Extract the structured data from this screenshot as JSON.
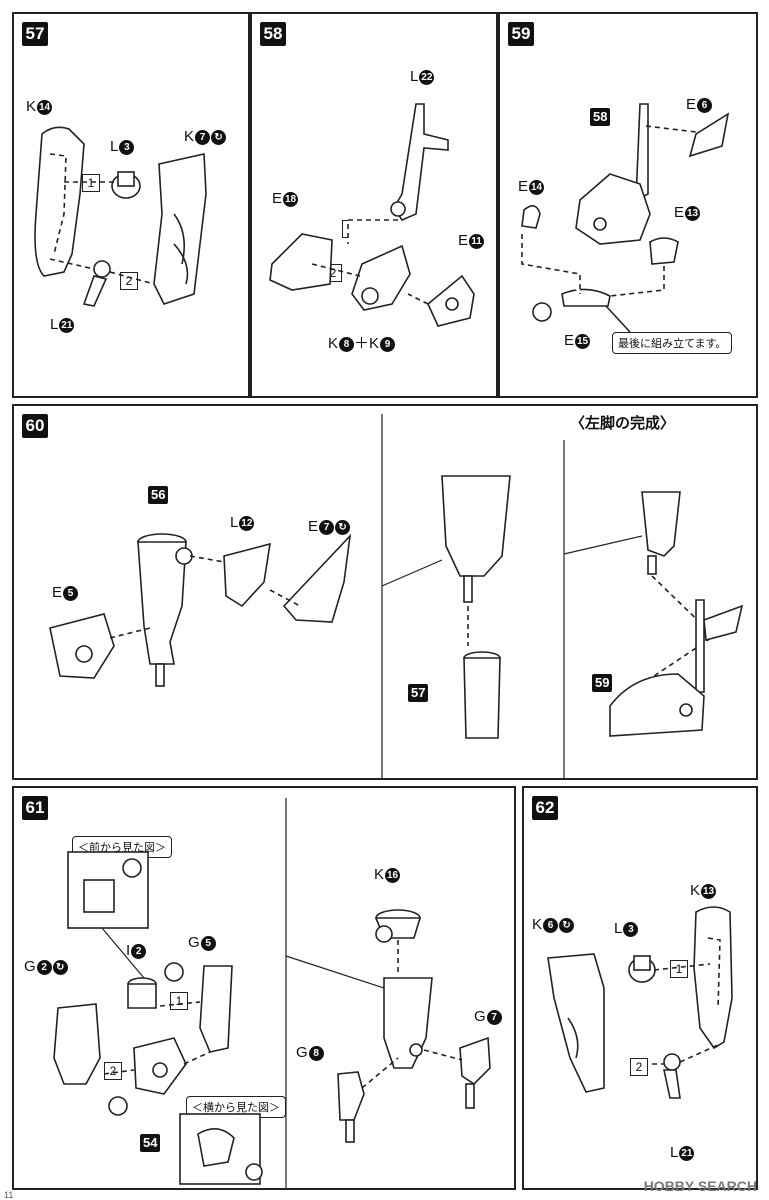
{
  "steps": {
    "s57": "57",
    "s58": "58",
    "s59": "59",
    "s60": "60",
    "s61": "61",
    "s62": "62"
  },
  "refs": {
    "r58": "58",
    "r56": "56",
    "r57": "57",
    "r59": "59",
    "r54": "54"
  },
  "labels": {
    "p57_k14": "K",
    "p57_k14n": "14",
    "p57_l3": "L",
    "p57_l3n": "3",
    "p57_k7": "K",
    "p57_k7n": "7",
    "p57_l21": "L",
    "p57_l21n": "21",
    "p58_l22": "L",
    "p58_l22n": "22",
    "p58_e18": "E",
    "p58_e18n": "18",
    "p58_e11": "E",
    "p58_e11n": "11",
    "p58_k8": "K",
    "p58_k8n": "8",
    "p58_plus": "＋K",
    "p58_k9n": "9",
    "p59_e6": "E",
    "p59_e6n": "6",
    "p59_e14": "E",
    "p59_e14n": "14",
    "p59_e13": "E",
    "p59_e13n": "13",
    "p59_e15": "E",
    "p59_e15n": "15",
    "p60_l12": "L",
    "p60_l12n": "12",
    "p60_e7": "E",
    "p60_e7n": "7",
    "p60_e5": "E",
    "p60_e5n": "5",
    "p61_i2": "I",
    "p61_i2n": "2",
    "p61_g5": "G",
    "p61_g5n": "5",
    "p61_g2": "G",
    "p61_g2n": "2",
    "p61_k16": "K",
    "p61_k16n": "16",
    "p61_g7": "G",
    "p61_g7n": "7",
    "p61_g8": "G",
    "p61_g8n": "8",
    "p62_k6": "K",
    "p62_k6n": "6",
    "p62_l3": "L",
    "p62_l3n": "3",
    "p62_k13": "K",
    "p62_k13n": "13",
    "p62_l21": "L",
    "p62_l21n": "21"
  },
  "order": {
    "one": "1",
    "two": "2"
  },
  "notes": {
    "assemble_last": "最後に組み立てます。",
    "front_view": "＜前から見た図＞",
    "side_view": "＜横から見た図＞"
  },
  "titles": {
    "left_leg_complete": "〈左脚の完成〉"
  },
  "watermark": "HOBBY SEARCH",
  "page_number": "11"
}
